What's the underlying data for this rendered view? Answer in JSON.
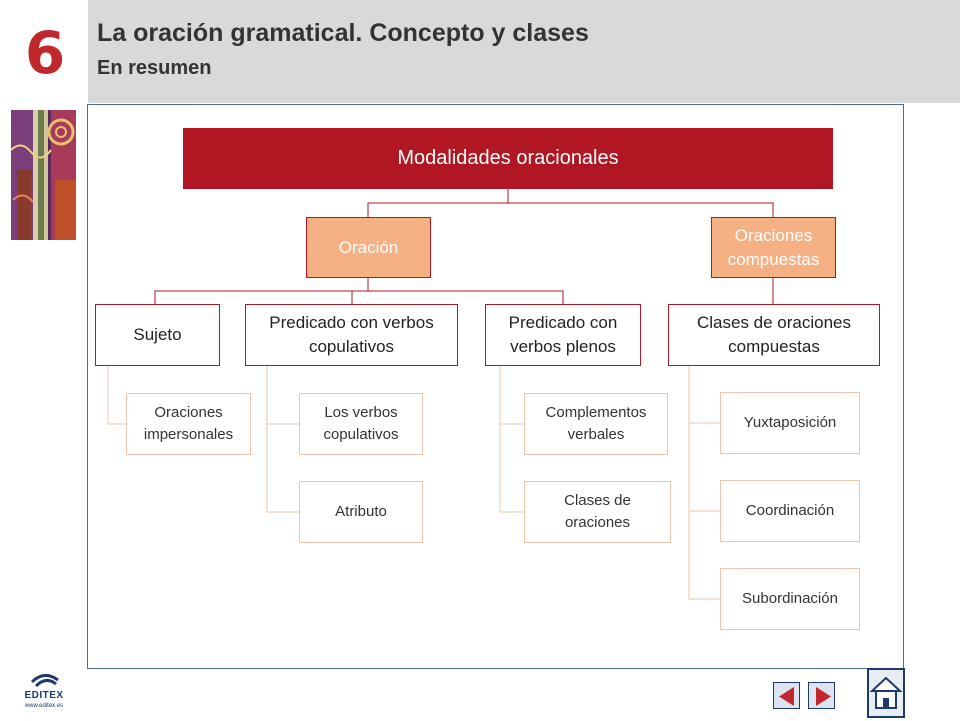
{
  "header": {
    "chapter_number": "6",
    "title": "La oración gramatical. Concepto y clases",
    "subtitle": "En resumen"
  },
  "diagram": {
    "root": "Modalidades oracionales",
    "oracion": "Oración",
    "compuestas": "Oraciones compuestas",
    "sujeto": "Sujeto",
    "pred_copulativos": "Predicado con verbos copulativos",
    "pred_plenos": "Predicado con verbos plenos",
    "clases_compuestas": "Clases de oraciones compuestas",
    "impersonales": "Oraciones impersonales",
    "verbos_copulativos": "Los verbos copulativos",
    "atributo": "Atributo",
    "complementos": "Complementos verbales",
    "clases_oraciones": "Clases de oraciones",
    "yuxtaposicion": "Yuxtaposición",
    "coordinacion": "Coordinación",
    "subordinacion": "Subordinación"
  },
  "footer": {
    "logo_text": "EDITEX",
    "logo_url": "www.editex.es",
    "prev_icon": "triangle-left-icon",
    "next_icon": "triangle-right-icon",
    "home_icon": "home-icon"
  },
  "colors": {
    "accent_red": "#b01723",
    "salmon": "#f5b183",
    "navy": "#1c3a6e",
    "header_gray": "#d9d9d9"
  }
}
